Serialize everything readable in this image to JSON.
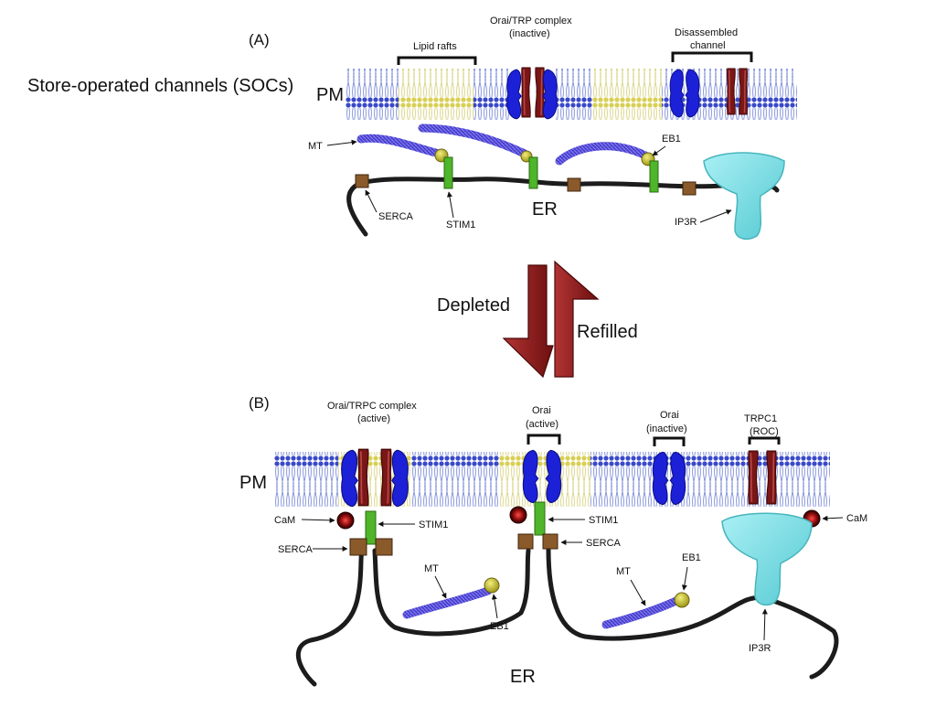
{
  "slide_title": "Store-operated channels (SOCs)",
  "panel_a": {
    "label": "(A)",
    "pm": "PM",
    "er": "ER",
    "lipid_rafts": "Lipid rafts",
    "complex_line1": "Orai/TRP complex",
    "complex_line2": "(inactive)",
    "disassembled_line1": "Disassembled",
    "disassembled_line2": "channel",
    "mt": "MT",
    "eb1": "EB1",
    "serca": "SERCA",
    "stim1": "STIM1",
    "ip3r": "IP3R"
  },
  "transition": {
    "depleted": "Depleted",
    "refilled": "Refilled"
  },
  "panel_b": {
    "label": "(B)",
    "pm": "PM",
    "er": "ER",
    "complex_line1": "Orai/TRPC complex",
    "complex_line2": "(active)",
    "orai_active_line1": "Orai",
    "orai_active_line2": "(active)",
    "orai_inactive_line1": "Orai",
    "orai_inactive_line2": "(inactive)",
    "trpc1_line1": "TRPC1",
    "trpc1_line2": "(ROC)",
    "cam_left": "CaM",
    "cam_right": "CaM",
    "stim1_left": "STIM1",
    "stim1_mid": "STIM1",
    "serca_left": "SERCA",
    "serca_mid": "SERCA",
    "mt_left": "MT",
    "mt_right": "MT",
    "eb1_left": "EB1",
    "eb1_right": "EB1",
    "ip3r": "IP3R"
  },
  "colors": {
    "lipid_head": "#3a49c8",
    "raft_head": "#d8cf55",
    "orai": "#1c21d8",
    "trp": "#7a1616",
    "stim1": "#4fb52a",
    "serca": "#8a5a2b",
    "eb1": "#c9c230",
    "mt": "#4a3fd0",
    "ip3r": "#7fe0e6",
    "cam": "#8b0c0c",
    "arrow": "#8e1b1b"
  }
}
